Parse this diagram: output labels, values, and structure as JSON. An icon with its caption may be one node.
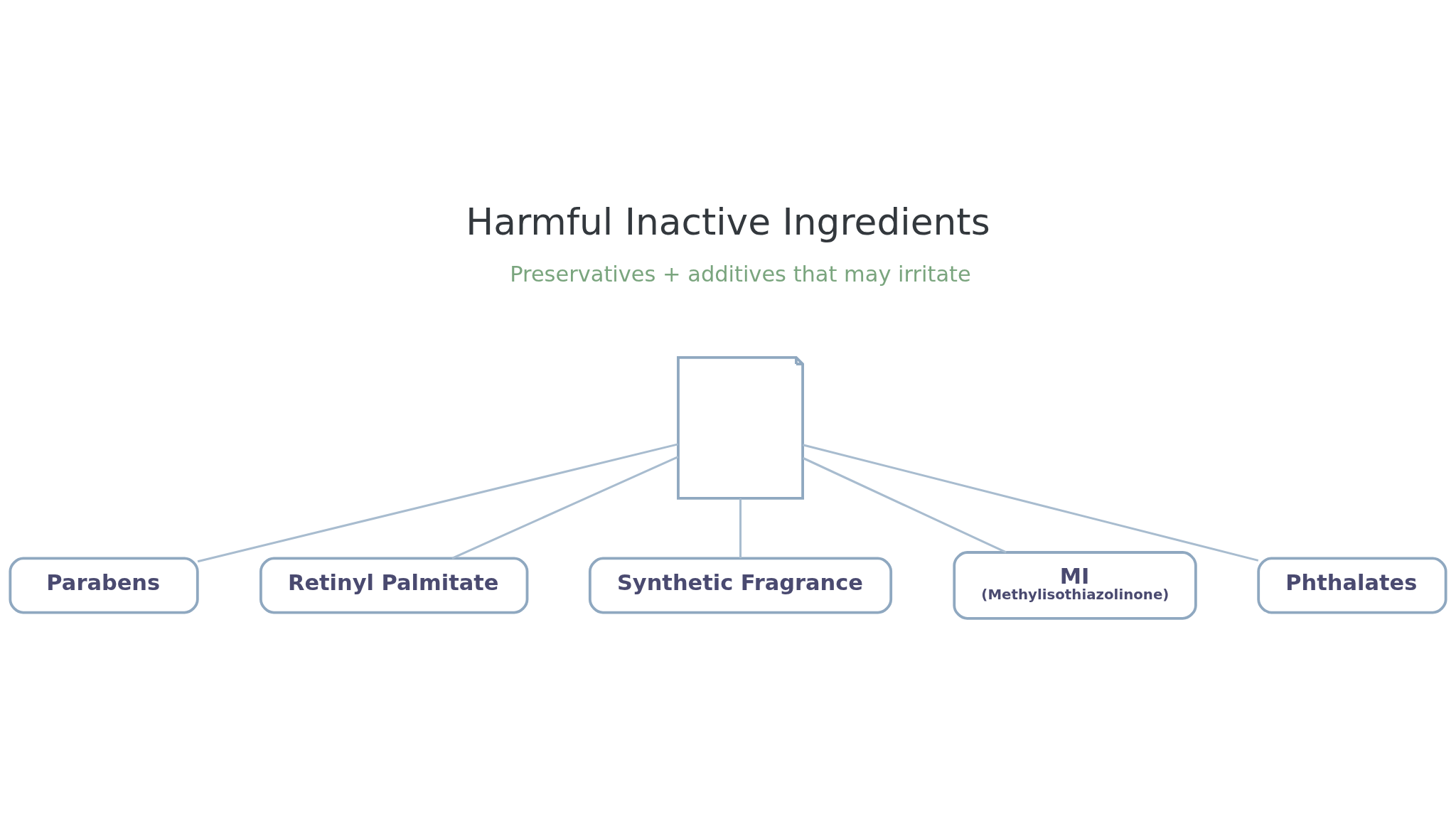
{
  "diagram": {
    "title": "Harmful Inactive Ingredients",
    "nodes": [
      {
        "text": [],
        "shape": "picture"
      },
      {
        "text": [
          "Parabens"
        ]
      },
      {
        "text": [
          "Retinyl Palmitate"
        ]
      },
      {
        "text": [
          "Synthetic Fragrance"
        ]
      },
      {
        "text": [
          "MI",
          "(Methylisothiazolinone)"
        ]
      },
      {
        "text": [
          "Phthalates"
        ]
      }
    ],
    "edges": [
      {
        "from": 0,
        "to": 1,
        "arrow": "none"
      },
      {
        "from": 0,
        "to": 2,
        "arrow": "none"
      },
      {
        "from": 0,
        "to": 3,
        "arrow": "none"
      },
      {
        "from": 0,
        "to": 4,
        "arrow": "none"
      },
      {
        "from": 0,
        "to": 5,
        "arrow": "none"
      }
    ],
    "labels": [
      "Preservatives + additives that may irritate"
    ]
  }
}
